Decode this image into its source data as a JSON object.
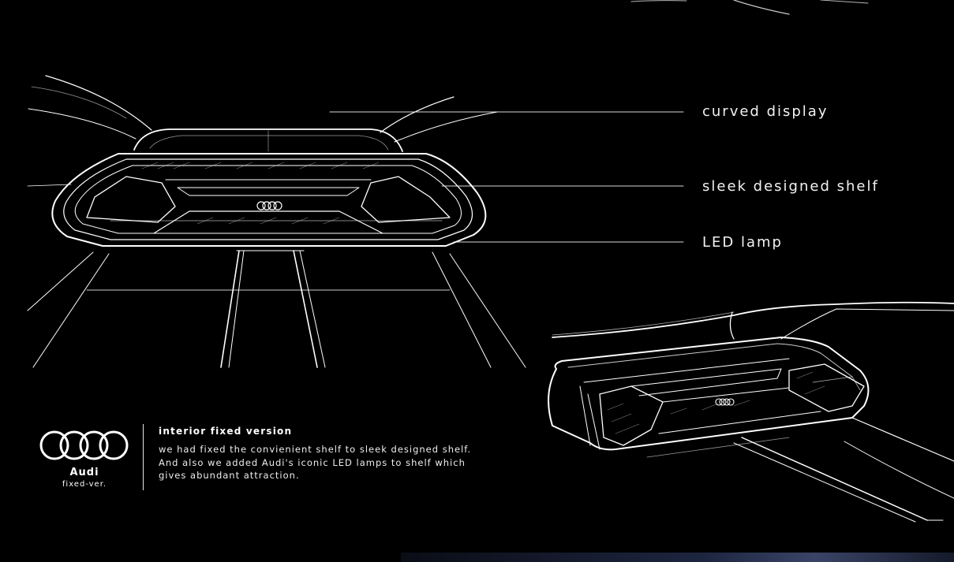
{
  "callouts": {
    "curved_display": "curved display",
    "sleek_shelf": "sleek designed shelf",
    "led_lamp": "LED lamp"
  },
  "logo": {
    "brand": "Audi",
    "subtitle": "fixed-ver."
  },
  "description": {
    "title": "interior fixed version",
    "lines": [
      "we had fixed the convienient shelf to sleek designed shelf.",
      "And also we added Audi's iconic LED lamps to shelf which",
      "gives abundant attraction."
    ]
  },
  "colors": {
    "background": "#000000",
    "line": "#ffffff"
  }
}
